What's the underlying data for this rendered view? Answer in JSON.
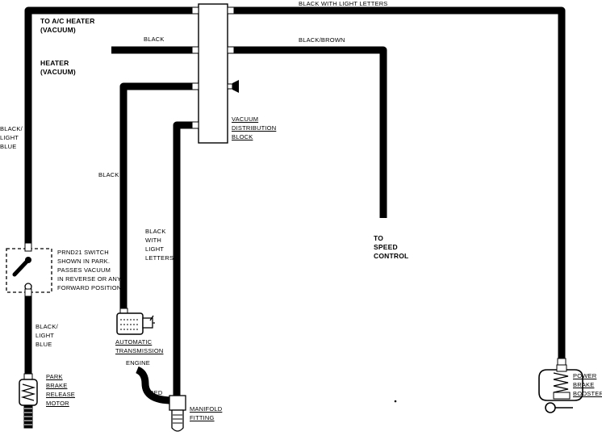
{
  "labels": {
    "top_hose": "BLACK WITH LIGHT LETTERS",
    "ac_heater_1": "TO A/C HEATER",
    "ac_heater_2": "(VACUUM)",
    "heater_1": "HEATER",
    "heater_2": "(VACUUM)",
    "black_1": "BLACK",
    "black_brown": "BLACK/BROWN",
    "left_hose_1": "BLACK/",
    "left_hose_2": "LIGHT",
    "left_hose_3": "BLUE",
    "black_2": "BLACK",
    "block_1": "VACUUM",
    "block_2": "DISTRIBUTION",
    "block_3": "BLOCK",
    "mid_hose_1": "BLACK",
    "mid_hose_2": "WITH",
    "mid_hose_3": "LIGHT",
    "mid_hose_4": "LETTERS",
    "speed_1": "TO",
    "speed_2": "SPEED",
    "speed_3": "CONTROL",
    "switch_1": "PRND21 SWITCH",
    "switch_2": "SHOWN IN PARK.",
    "switch_3": "PASSES VACUUM",
    "switch_4": "IN REVERSE OR ANY",
    "switch_5": "FORWARD POSITION",
    "lower_hose_1": "BLACK/",
    "lower_hose_2": "LIGHT",
    "lower_hose_3": "BLUE",
    "trans_1": "AUTOMATIC",
    "trans_2": "TRANSMISSION",
    "park_1": "PARK",
    "park_2": "BRAKE",
    "park_3": "RELEASE",
    "park_4": "MOTOR",
    "engine": "ENGINE",
    "red": "RED",
    "manifold_1": "MANIFOLD",
    "manifold_2": "FITTING",
    "booster_1": "POWER",
    "booster_2": "BRAKE",
    "booster_3": "BOOSTER"
  }
}
